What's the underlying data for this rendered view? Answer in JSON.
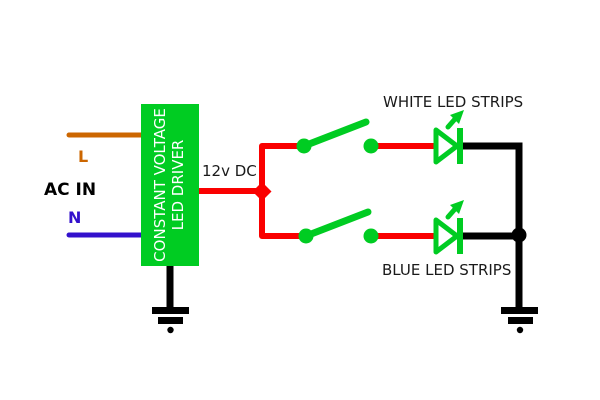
{
  "labels": {
    "ac_in": "AC IN",
    "line": "L",
    "neutral": "N",
    "dc_output": "12v DC",
    "white_strips": "WHITE LED STRIPS",
    "blue_strips": "BLUE LED STRIPS"
  },
  "driver": {
    "line1": "CONSTANT VOLTAGE",
    "line2": "LED DRIVER"
  },
  "colors": {
    "green": "#00CC22",
    "red": "#FA0000",
    "orange": "#CC6600",
    "blue": "#3311CC",
    "black": "#000000",
    "white": "#FFFFFF"
  }
}
